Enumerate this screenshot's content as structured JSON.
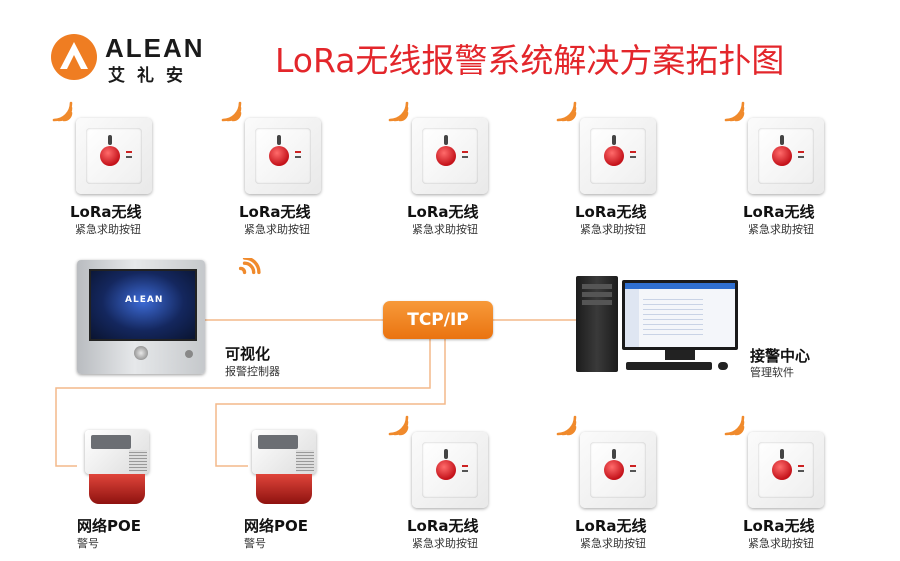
{
  "logo": {
    "brand_en": "ALEAN",
    "brand_cn": "艾礼安"
  },
  "title": "LoRa无线报警系统解决方案拓扑图",
  "colors": {
    "title": "#e3262b",
    "accent": "#f08a2c",
    "line": "#f3b98a"
  },
  "buttons_top": [
    {
      "line1": "LoRa无线",
      "line2": "紧急求助按钮"
    },
    {
      "line1": "LoRa无线",
      "line2": "紧急求助按钮"
    },
    {
      "line1": "LoRa无线",
      "line2": "紧急求助按钮"
    },
    {
      "line1": "LoRa无线",
      "line2": "紧急求助按钮"
    },
    {
      "line1": "LoRa无线",
      "line2": "紧急求助按钮"
    }
  ],
  "buttons_bottom": [
    {
      "line1": "LoRa无线",
      "line2": "紧急求助按钮"
    },
    {
      "line1": "LoRa无线",
      "line2": "紧急求助按钮"
    },
    {
      "line1": "LoRa无线",
      "line2": "紧急求助按钮"
    }
  ],
  "controller": {
    "line1": "可视化",
    "line2": "报警控制器",
    "screen_logo": "ALEAN"
  },
  "hub": {
    "label": "TCP/IP"
  },
  "center": {
    "line1": "接警中心",
    "line2": "管理软件"
  },
  "sirens": [
    {
      "line1": "网络POE",
      "line2": "警号"
    },
    {
      "line1": "网络POE",
      "line2": "警号"
    }
  ]
}
